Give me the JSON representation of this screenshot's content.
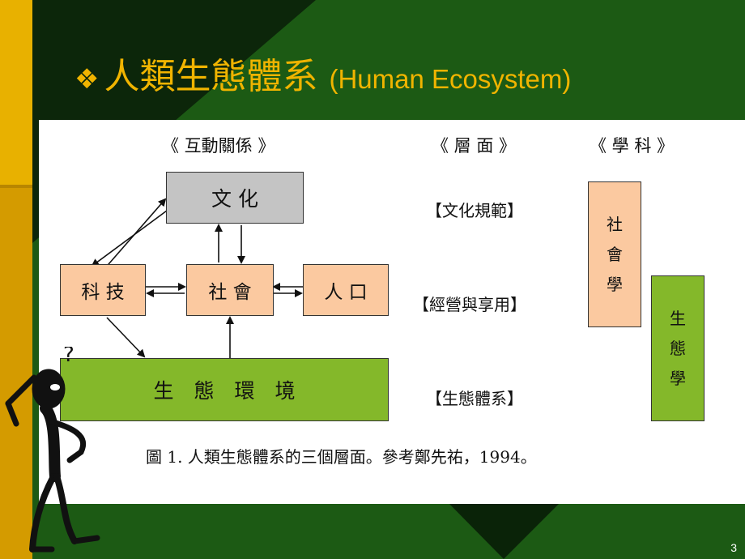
{
  "slide": {
    "title_bullet": "❖",
    "title_zh": "人類生態體系",
    "title_en": "(Human Ecosystem)",
    "page_number": "3"
  },
  "figure": {
    "headers": {
      "interaction": "《 互動關係 》",
      "layers": "《 層 面 》",
      "disciplines": "《 學 科 》"
    },
    "boxes": {
      "culture": "文 化",
      "technology": "科 技",
      "society": "社 會",
      "population": "人 口",
      "environment": "生　態　環　境"
    },
    "layers": {
      "culture_norms": "【文化規範】",
      "management": "【經營與享用】",
      "ecosystem": "【生態體系】"
    },
    "disciplines": {
      "sociology": [
        "社",
        "會",
        "學"
      ],
      "ecology": [
        "生",
        "態",
        "學"
      ]
    },
    "caption": "圖 1.  人類生態體系的三個層面。參考鄭先祐，1994。"
  },
  "colors": {
    "background": "#1c5a14",
    "title": "#f0b400",
    "culture_box": "#c4c4c4",
    "peach_box": "#fbc9a0",
    "green_box": "#84b82a"
  }
}
